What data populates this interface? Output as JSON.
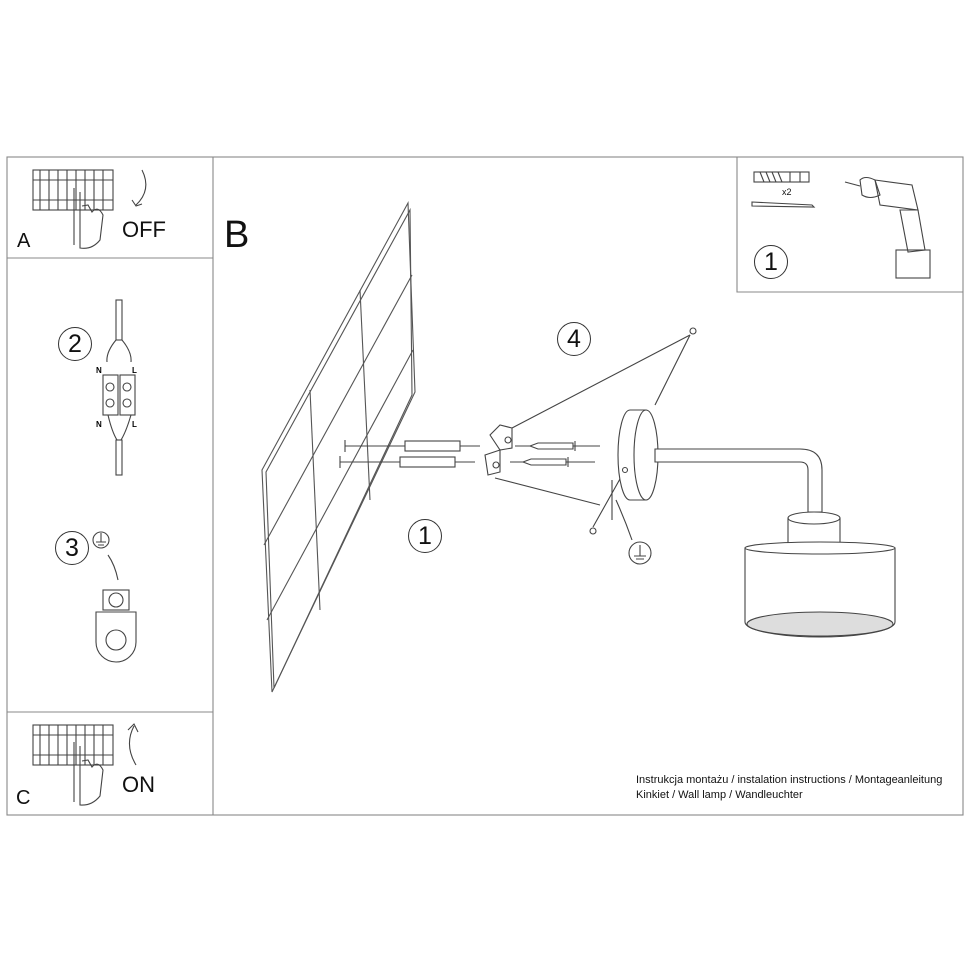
{
  "panels": {
    "a": {
      "letter": "A",
      "action": "OFF"
    },
    "b": {
      "letter": "B"
    },
    "c": {
      "letter": "C",
      "action": "ON"
    },
    "tools": {
      "step": "1",
      "quantity": "x2"
    }
  },
  "steps": {
    "wiring": {
      "step": "2",
      "neutral": "N",
      "live": "L"
    },
    "earth": {
      "step": "3"
    },
    "wall_fix": {
      "step": "1"
    },
    "mount": {
      "step": "4"
    }
  },
  "caption": {
    "line1": "Instrukcja montażu / instalation instructions / Montageanleitung",
    "line2": "Kinkiet / Wall lamp / Wandleuchter"
  }
}
